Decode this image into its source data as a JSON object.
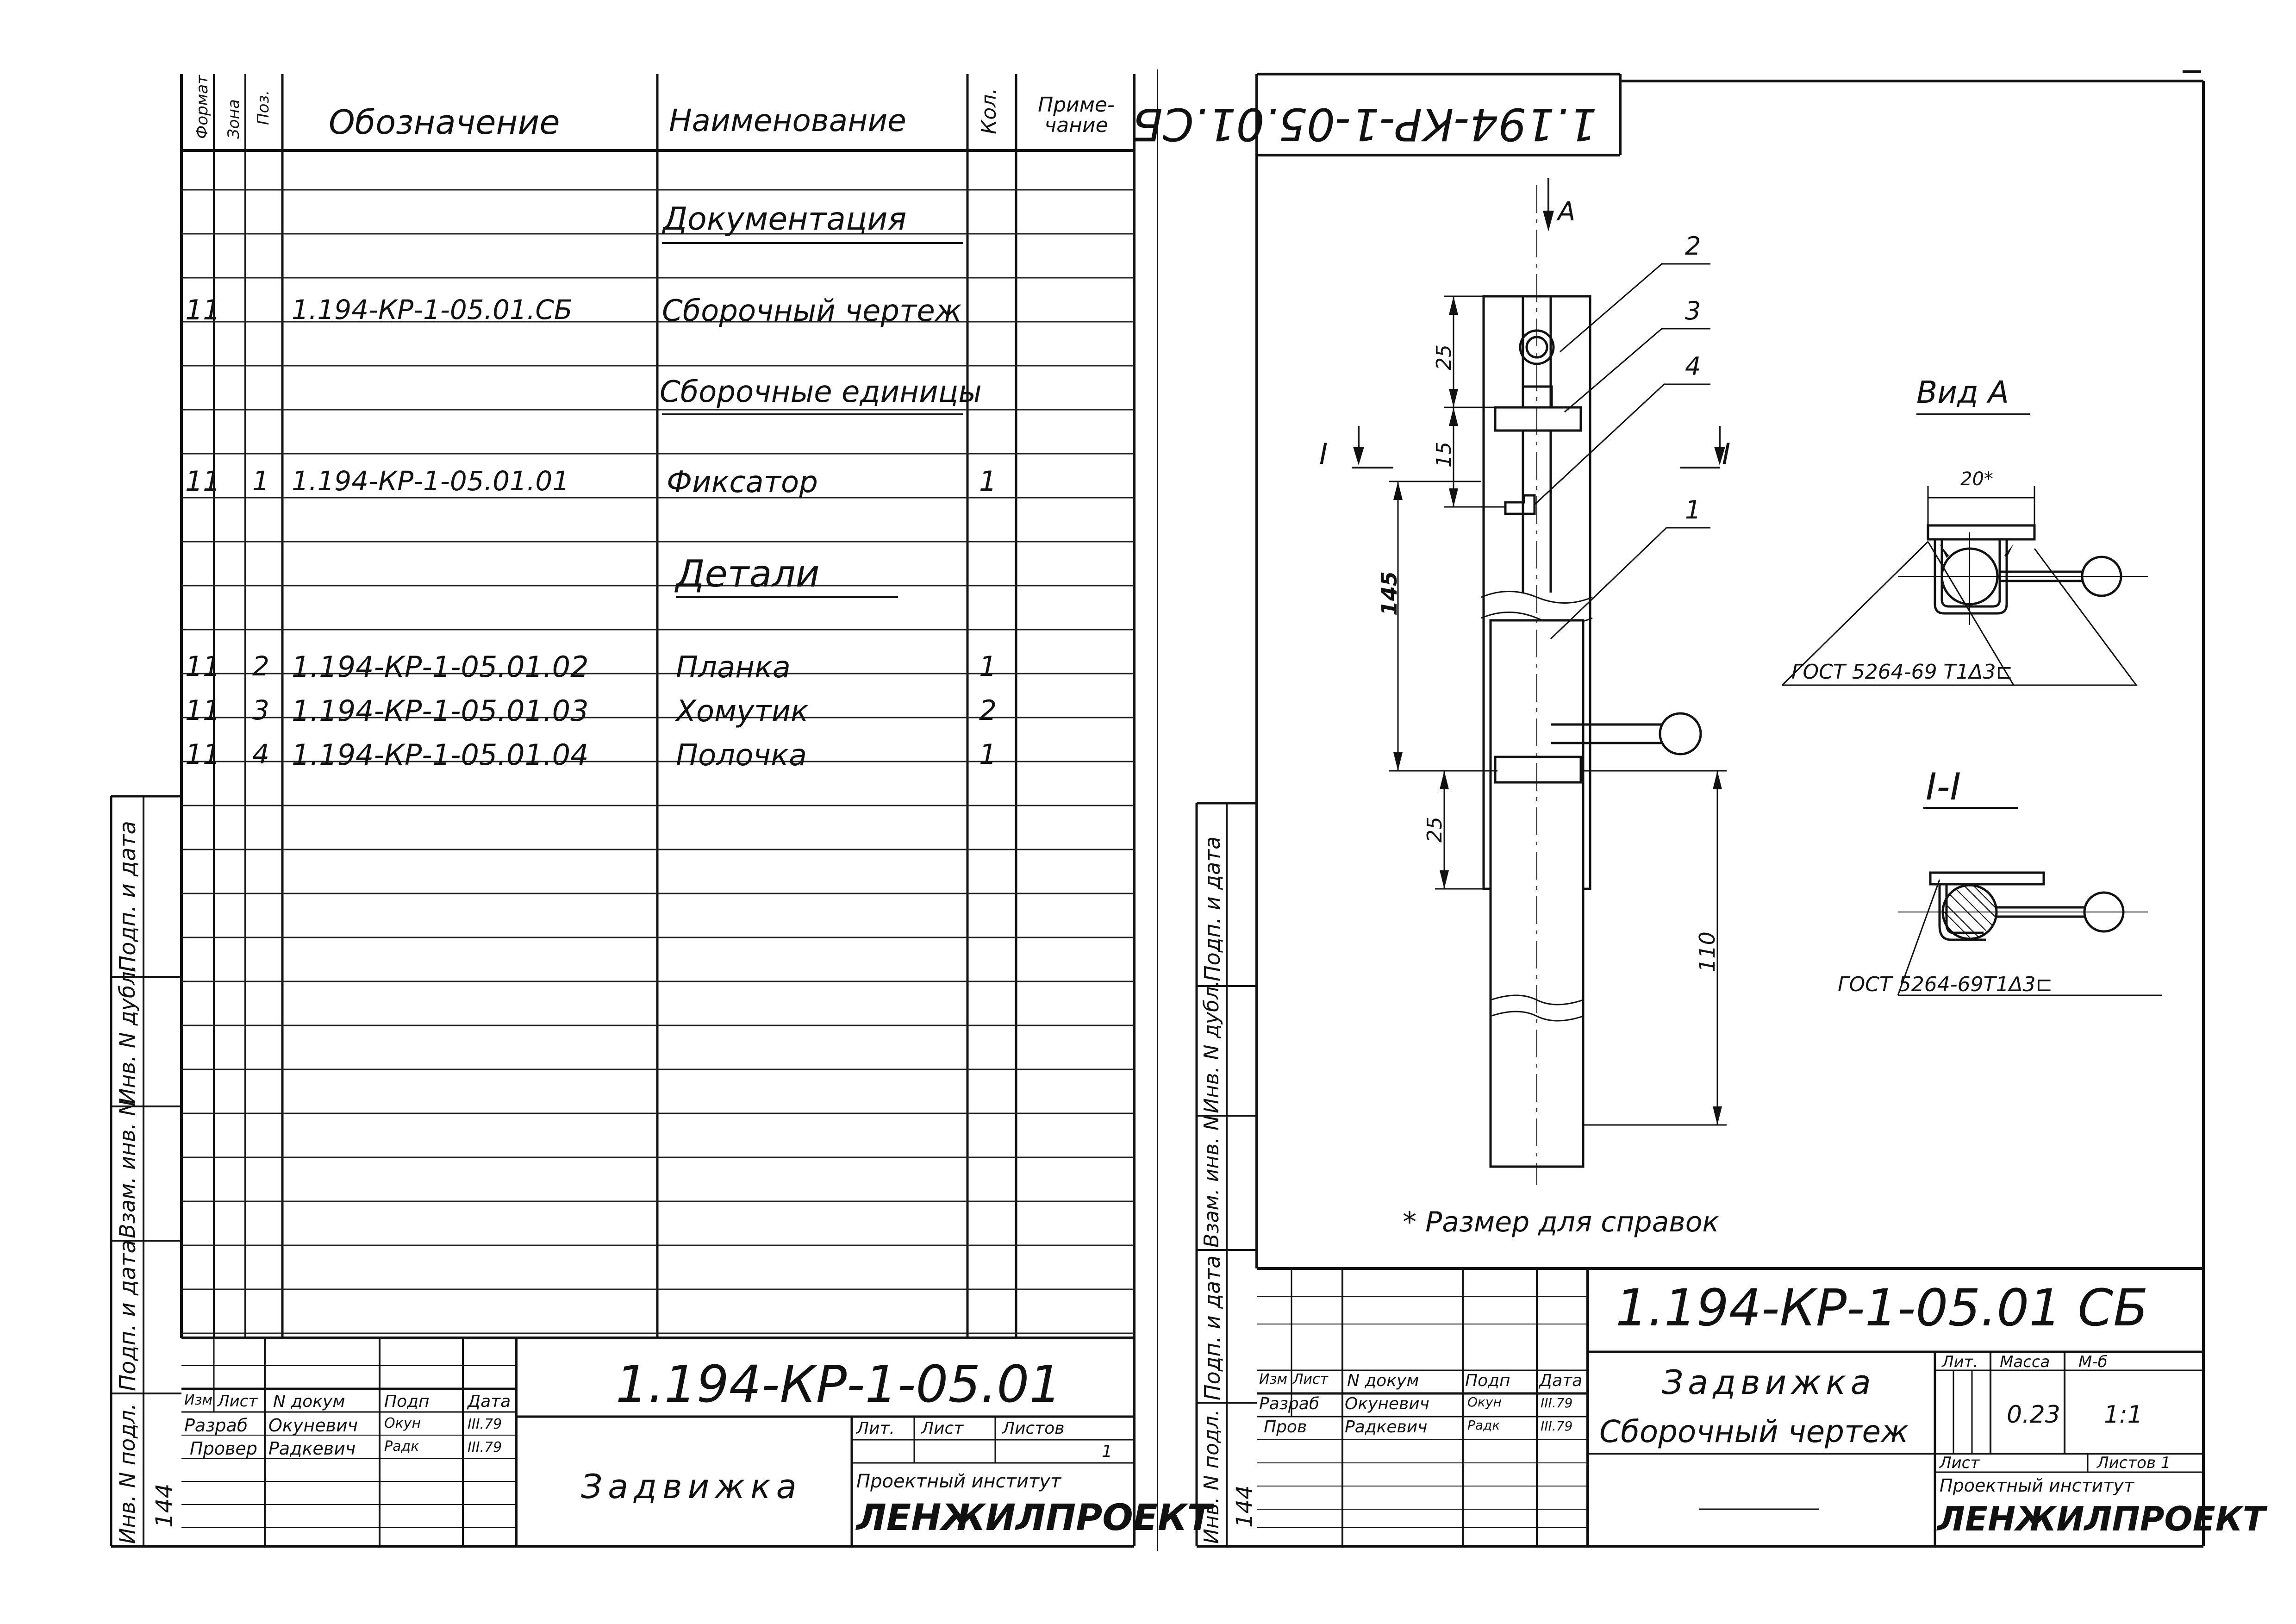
{
  "spec": {
    "headers": {
      "format": "Формат",
      "zone": "Зона",
      "pos": "Поз.",
      "designation": "Обозначение",
      "name": "Наименование",
      "qty": "Кол.",
      "note": "Приме-чание"
    },
    "sections": {
      "docs": "Документация",
      "assemblies": "Сборочные единицы",
      "parts": "Детали"
    },
    "rows": [
      {
        "format": "11",
        "pos": "",
        "designation": "1.194-КР-1-05.01.СБ",
        "name": "Сборочный чертеж",
        "qty": ""
      },
      {
        "format": "11",
        "pos": "1",
        "designation": "1.194-КР-1-05.01.01",
        "name": "Фиксатор",
        "qty": "1"
      },
      {
        "format": "11",
        "pos": "2",
        "designation": "1.194-КР-1-05.01.02",
        "name": "Планка",
        "qty": "1"
      },
      {
        "format": "11",
        "pos": "3",
        "designation": "1.194-КР-1-05.01.03",
        "name": "Хомутик",
        "qty": "2"
      },
      {
        "format": "11",
        "pos": "4",
        "designation": "1.194-КР-1-05.01.04",
        "name": "Полочка",
        "qty": "1"
      }
    ],
    "side_stamp": [
      "Подп. и дата",
      "Инв. N дубл.",
      "Взам. инв. N",
      "Подп. и дата",
      "Инв. N подл."
    ],
    "title_block": {
      "code": "1.194-КР-1-05.01",
      "title": "Задвижка",
      "col_headers": [
        "Изм",
        "Лист",
        "N докум",
        "Подп",
        "Дата"
      ],
      "people": [
        {
          "role": "Разраб",
          "name": "Окуневич",
          "sign": "Окун",
          "date": "III.79"
        },
        {
          "role": "Провер",
          "name": "Радкевич",
          "sign": "Радк",
          "date": "III.79"
        }
      ],
      "lit": "Лит.",
      "sheet": "Лист",
      "sheets": "Листов",
      "sheets_val": "1",
      "org_line1": "Проектный институт",
      "org_line2": "ЛЕНЖИЛПРОЕКТ",
      "inv_num": "144"
    }
  },
  "drawing": {
    "top_code": "1.194-КР-1-05.01.СБ",
    "view_arrow": "А",
    "section_mark": "I",
    "leaders": [
      "1",
      "2",
      "3",
      "4"
    ],
    "dims": {
      "d25a": "25",
      "d15": "15",
      "d145": "145",
      "d25b": "25",
      "d110": "110",
      "d20": "20*"
    },
    "view_a": "Вид А",
    "section_title": "I-I",
    "weld_a": "ГОСТ 5264-69 Т1Δ3⊏",
    "weld_b": "ГОСТ 5264-69Т1Δ3⊏",
    "note": "* Размер для справок",
    "side_stamp": [
      "Подп. и дата",
      "Инв. N дубл.",
      "Взам. инв. N",
      "Подп. и дата",
      "Инв. N подл."
    ],
    "title_block": {
      "code": "1.194-КР-1-05.01 СБ",
      "title": "Задвижка",
      "subtitle": "Сборочный чертеж",
      "col_headers": [
        "Изм",
        "Лист",
        "N докум",
        "Подп",
        "Дата"
      ],
      "people": [
        {
          "role": "Разраб",
          "name": "Окуневич",
          "sign": "Окун",
          "date": "III.79"
        },
        {
          "role": "Пров",
          "name": "Радкевич",
          "sign": "Радк",
          "date": "III.79"
        }
      ],
      "lit": "Лит.",
      "mass": "Масса",
      "scale": "М-б",
      "mass_val": "0.23",
      "scale_val": "1:1",
      "sheet": "Лист",
      "sheets": "Листов 1",
      "org_line1": "Проектный институт",
      "org_line2": "ЛЕНЖИЛПРОЕКТ",
      "inv_num": "144"
    }
  }
}
